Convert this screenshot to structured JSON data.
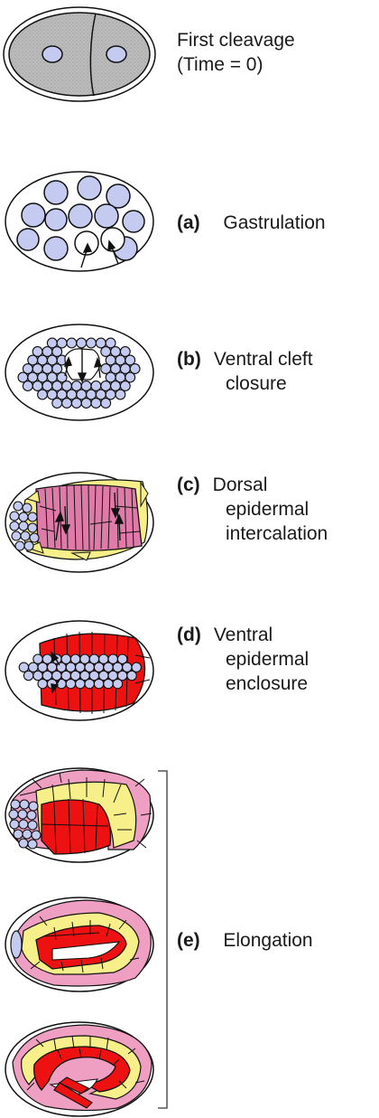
{
  "stages": [
    {
      "letter": "",
      "lines": [
        "First cleavage",
        "(Time = 0)"
      ]
    },
    {
      "letter": "(a)",
      "lines": [
        "Gastrulation"
      ]
    },
    {
      "letter": "(b)",
      "lines": [
        "Ventral cleft",
        "closure"
      ]
    },
    {
      "letter": "(c)",
      "lines": [
        "Dorsal",
        "epidermal",
        "intercalation"
      ]
    },
    {
      "letter": "(d)",
      "lines": [
        "Ventral",
        "epidermal",
        "enclosure"
      ]
    },
    {
      "letter": "(e)",
      "lines": [
        "Elongation"
      ]
    }
  ],
  "colors": {
    "cell_blue": "#c5cbf0",
    "dorsal_pink": "#e07aa8",
    "hypodermis_yellow": "#f6ef8a",
    "ventral_red": "#ee1111",
    "outer_pink": "#ee9fc2",
    "zygote_gray": "#b9b9b9",
    "outline": "#111111"
  }
}
